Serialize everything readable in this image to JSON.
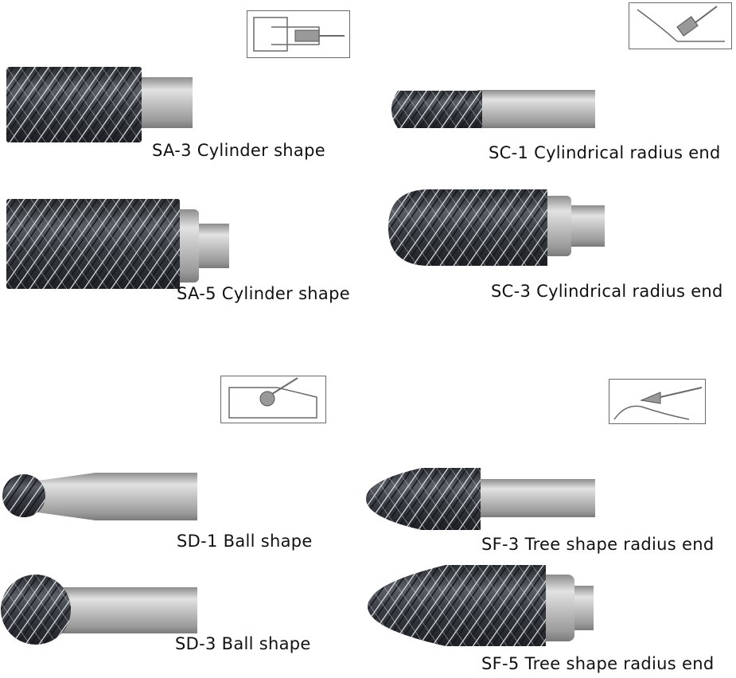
{
  "products": [
    {
      "code_label": "SA-3 Cylinder shape"
    },
    {
      "code_label": "SC-1 Cylindrical radius end"
    },
    {
      "code_label": "SA-5 Cylinder shape"
    },
    {
      "code_label": "SC-3 Cylindrical radius end"
    },
    {
      "code_label": "SD-1 Ball shape"
    },
    {
      "code_label": "SF-3 Tree shape radius end"
    },
    {
      "code_label": "SD-3 Ball shape"
    },
    {
      "code_label": "SF-5 Tree shape radius end"
    }
  ],
  "colors": {
    "background": "#ffffff",
    "shank": "#bdbdbd",
    "carbide_dark": "#3a3e44",
    "carbide_light": "#d8dce0",
    "diagram_stroke": "#6a6a6a"
  }
}
